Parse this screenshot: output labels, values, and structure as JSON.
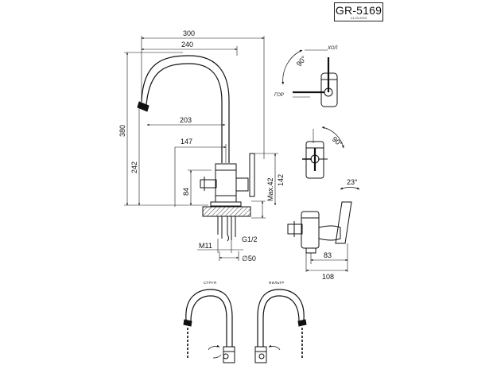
{
  "title_block": {
    "model": "GR-5169",
    "date": "21.03.2023"
  },
  "front_view": {
    "dims": {
      "width_total": "300",
      "spout_reach": "240",
      "spout_arc": "203",
      "body_offset": "147",
      "height_total": "380",
      "spout_height": "242",
      "body_height": "84",
      "max_thickness": "Max.42",
      "handle_height": "142",
      "thread_left": "M11",
      "thread_right": "G1/2",
      "hole_diameter": "∅50"
    }
  },
  "top_view": {
    "angle": "90°",
    "cold_label": "ХОЛ",
    "hot_label": "ГОР"
  },
  "side_view": {
    "angle": "90°"
  },
  "right_view": {
    "angle": "23°",
    "dim_83": "83",
    "dim_108": "108"
  },
  "mode_views": {
    "jet_label": "СТРУЯ",
    "filter_label": "ФИЛЬТР"
  }
}
